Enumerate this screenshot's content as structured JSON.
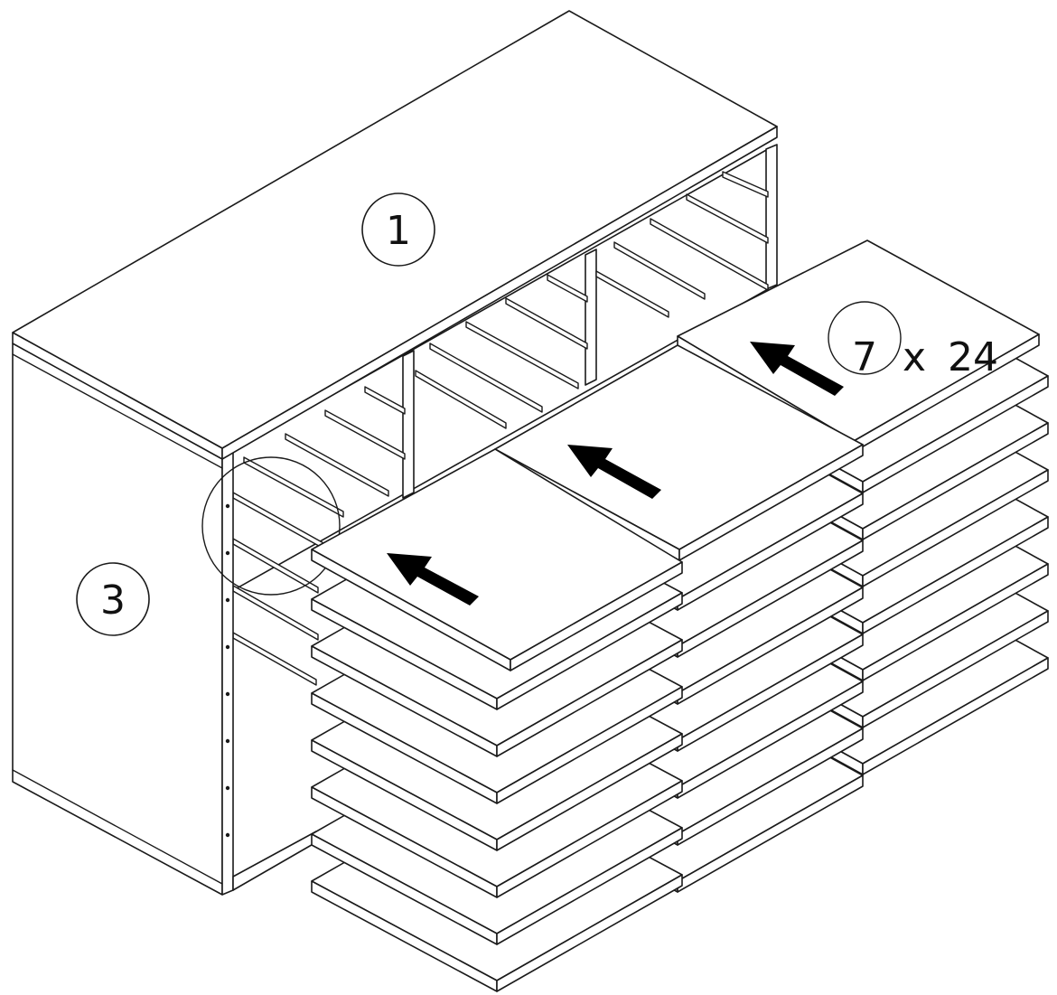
{
  "callouts": {
    "top_panel": "1",
    "side_panel": "3"
  },
  "quantity": {
    "count": "7",
    "times": "x",
    "part": "24"
  }
}
